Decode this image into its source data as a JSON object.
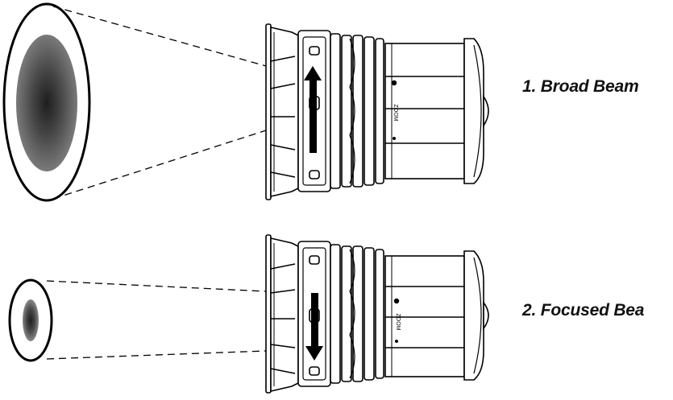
{
  "diagram": {
    "panels": [
      {
        "id": "broad",
        "label": "1. Broad Beam",
        "zoom_text": "ZOOM",
        "arrow_direction": "up"
      },
      {
        "id": "focused",
        "label": "2. Focused Bea",
        "zoom_text": "ZOOM",
        "arrow_direction": "down"
      }
    ]
  },
  "colors": {
    "line": "#000000",
    "spot_dark": "#2a2a2a",
    "spot_mid": "#6d6d6d",
    "background": "#ffffff"
  }
}
